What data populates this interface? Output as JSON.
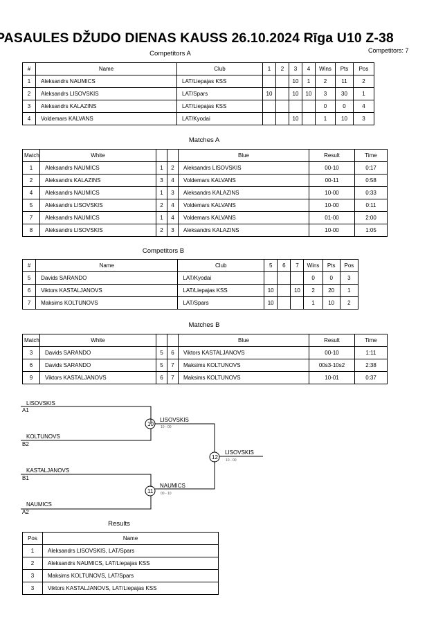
{
  "header": {
    "title": "PASAULES DŽUDO DIENAS KAUSS  26.10.2024  Rīga   U10 Z-38",
    "competitors_count": "Competitors: 7"
  },
  "competitors_a": {
    "title": "Competitors A",
    "headers": [
      "#",
      "Name",
      "Club",
      "1",
      "2",
      "3",
      "4",
      "Wins",
      "Pts",
      "Pos"
    ],
    "rows": [
      [
        "1",
        "Aleksandrs NAUMICS",
        "LAT/Liepajas KSS",
        "",
        "",
        "10",
        "1",
        "2",
        "11",
        "2"
      ],
      [
        "2",
        "Aleksandrs LISOVSKIS",
        "LAT/Spars",
        "10",
        "",
        "10",
        "10",
        "3",
        "30",
        "1"
      ],
      [
        "3",
        "Aleksandrs KALAZINS",
        "LAT/Liepajas KSS",
        "",
        "",
        "",
        "",
        "0",
        "0",
        "4"
      ],
      [
        "4",
        "Voldemars KALVANS",
        "LAT/Kyodai",
        "",
        "",
        "10",
        "",
        "1",
        "10",
        "3"
      ]
    ]
  },
  "matches_a": {
    "title": "Matches A",
    "headers": [
      "Match",
      "White",
      "",
      "",
      "Blue",
      "Result",
      "Time"
    ],
    "rows": [
      [
        "1",
        "Aleksandrs NAUMICS",
        "1",
        "2",
        "Aleksandrs LISOVSKIS",
        "00-10",
        "0:17"
      ],
      [
        "2",
        "Aleksandrs KALAZINS",
        "3",
        "4",
        "Voldemars KALVANS",
        "00-11",
        "0:58"
      ],
      [
        "4",
        "Aleksandrs NAUMICS",
        "1",
        "3",
        "Aleksandrs KALAZINS",
        "10-00",
        "0:33"
      ],
      [
        "5",
        "Aleksandrs LISOVSKIS",
        "2",
        "4",
        "Voldemars KALVANS",
        "10-00",
        "0:11"
      ],
      [
        "7",
        "Aleksandrs NAUMICS",
        "1",
        "4",
        "Voldemars KALVANS",
        "01-00",
        "2:00"
      ],
      [
        "8",
        "Aleksandrs LISOVSKIS",
        "2",
        "3",
        "Aleksandrs KALAZINS",
        "10-00",
        "1:05"
      ]
    ]
  },
  "competitors_b": {
    "title": "Competitors B",
    "headers": [
      "#",
      "Name",
      "Club",
      "5",
      "6",
      "7",
      "Wins",
      "Pts",
      "Pos"
    ],
    "rows": [
      [
        "5",
        "Davids SARANDO",
        "LAT/Kyodai",
        "",
        "",
        "",
        "0",
        "0",
        "3"
      ],
      [
        "6",
        "Viktors KASTALJANOVS",
        "LAT/Liepajas KSS",
        "10",
        "",
        "10",
        "2",
        "20",
        "1"
      ],
      [
        "7",
        "Maksims KOLTUNOVS",
        "LAT/Spars",
        "10",
        "",
        "",
        "1",
        "10",
        "2"
      ]
    ]
  },
  "matches_b": {
    "title": "Matches B",
    "headers": [
      "Match",
      "White",
      "",
      "",
      "Blue",
      "Result",
      "Time"
    ],
    "rows": [
      [
        "3",
        "Davids SARANDO",
        "5",
        "6",
        "Viktors KASTALJANOVS",
        "00-10",
        "1:11"
      ],
      [
        "6",
        "Davids SARANDO",
        "5",
        "7",
        "Maksims KOLTUNOVS",
        "00s3-10s2",
        "2:38"
      ],
      [
        "9",
        "Viktors KASTALJANOVS",
        "6",
        "7",
        "Maksims KOLTUNOVS",
        "10-01",
        "0:37"
      ]
    ]
  },
  "bracket": {
    "semi1": {
      "top_name": "LISOVSKIS",
      "top_seed": "A1",
      "bottom_name": "KOLTUNOVS",
      "bottom_seed": "B2",
      "match": "10",
      "winner": "LISOVSKIS",
      "score": "10 - 00"
    },
    "semi2": {
      "top_name": "KASTALJANOVS",
      "top_seed": "B1",
      "bottom_name": "NAUMICS",
      "bottom_seed": "A2",
      "match": "11",
      "winner": "NAUMICS",
      "score": "00 - 10"
    },
    "final": {
      "match": "12",
      "winner": "LISOVSKIS",
      "score": "10 - 00"
    }
  },
  "results": {
    "title": "Results",
    "headers": [
      "Pos",
      "Name"
    ],
    "rows": [
      [
        "1",
        "Aleksandrs LISOVSKIS, LAT/Spars"
      ],
      [
        "2",
        "Aleksandrs NAUMICS, LAT/Liepajas KSS"
      ],
      [
        "3",
        "Maksims KOLTUNOVS, LAT/Spars"
      ],
      [
        "3",
        "Viktors KASTALJANOVS, LAT/Liepajas KSS"
      ]
    ]
  }
}
